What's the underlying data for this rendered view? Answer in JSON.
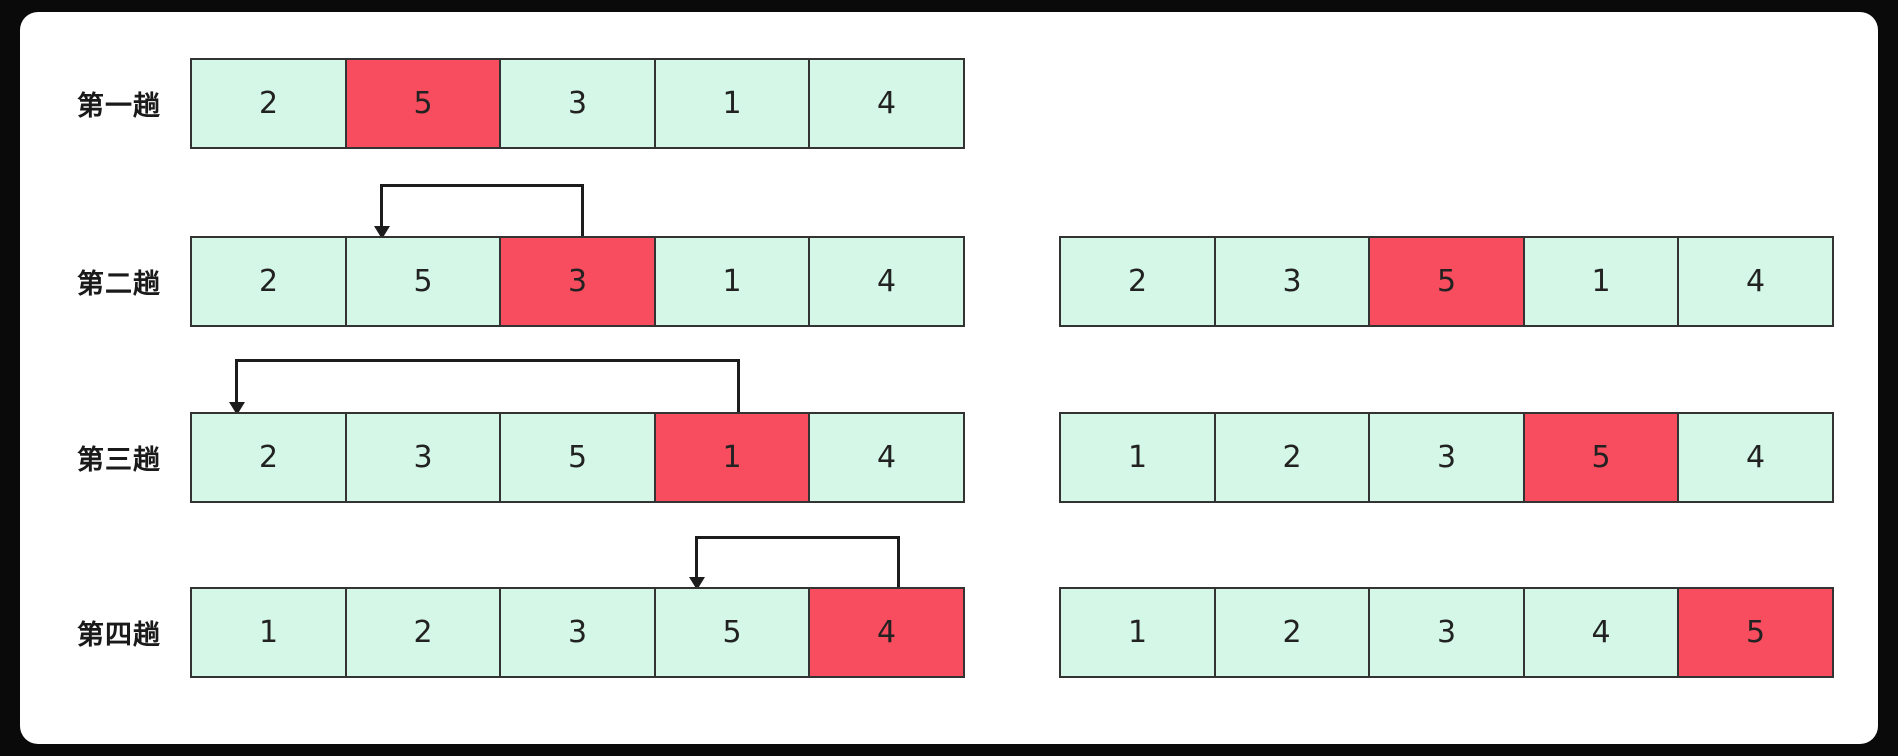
{
  "colors": {
    "background": "#0a0a0a",
    "panel_bg": "#ffffff",
    "cell_green": "#d4f7e7",
    "cell_red": "#f84d5e",
    "cell_border": "#333333",
    "arrow": "#1c1c1c"
  },
  "rows": [
    {
      "label": "第一趟",
      "left": {
        "values": [
          "2",
          "5",
          "3",
          "1",
          "4"
        ],
        "highlight": 1
      }
    },
    {
      "label": "第二趟",
      "left": {
        "values": [
          "2",
          "5",
          "3",
          "1",
          "4"
        ],
        "highlight": 2
      },
      "right": {
        "values": [
          "2",
          "3",
          "5",
          "1",
          "4"
        ],
        "highlight": 2
      }
    },
    {
      "label": "第三趟",
      "left": {
        "values": [
          "2",
          "3",
          "5",
          "1",
          "4"
        ],
        "highlight": 3
      },
      "right": {
        "values": [
          "1",
          "2",
          "3",
          "5",
          "4"
        ],
        "highlight": 3
      }
    },
    {
      "label": "第四趟",
      "left": {
        "values": [
          "1",
          "2",
          "3",
          "5",
          "4"
        ],
        "highlight": 4
      },
      "right": {
        "values": [
          "1",
          "2",
          "3",
          "4",
          "5"
        ],
        "highlight": 4
      }
    }
  ],
  "arrows": [
    {
      "pass": 2,
      "from_index": 2,
      "to_index": 1
    },
    {
      "pass": 3,
      "from_index": 3,
      "to_index": 0
    },
    {
      "pass": 4,
      "from_index": 4,
      "to_index": 3
    }
  ]
}
